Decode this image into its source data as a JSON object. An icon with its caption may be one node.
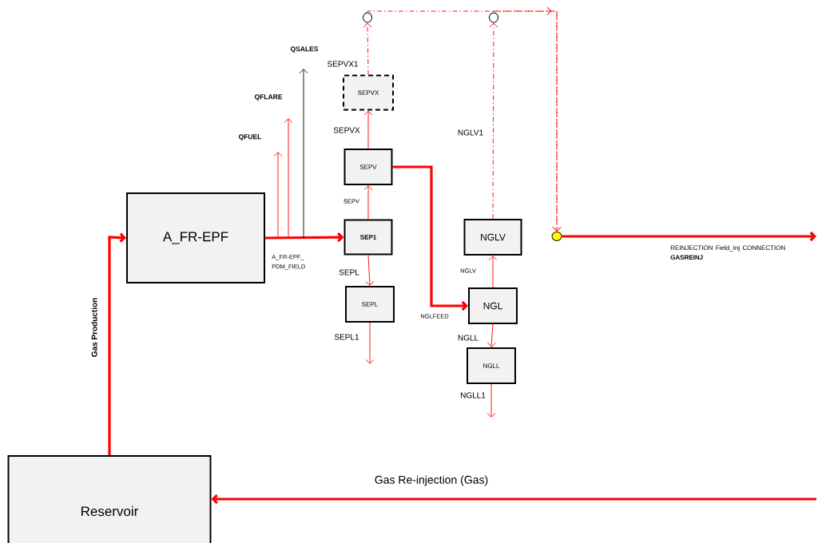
{
  "diagram": {
    "nodes": [
      {
        "text": [
          "A_FR-EPF"
        ]
      },
      {
        "text": [
          "Reservoir"
        ]
      },
      {
        "text": [
          "SEP1"
        ]
      },
      {
        "text": [
          "SEPV"
        ]
      },
      {
        "text": [
          "SEPVX"
        ]
      },
      {
        "text": [
          "SEPL"
        ]
      },
      {
        "text": [
          "NGLV"
        ]
      },
      {
        "text": [
          "NGL"
        ]
      },
      {
        "text": [
          "NGLL"
        ]
      },
      {
        "text": [],
        "shape": "circle"
      },
      {
        "text": [],
        "shape": "circle"
      },
      {
        "text": [],
        "shape": "circle"
      }
    ],
    "edges": [
      {
        "from": 1,
        "to": 0,
        "arrow": "to",
        "style": "thick",
        "label": "Gas Production"
      },
      {
        "from": 0,
        "to": 2,
        "arrow": "to",
        "style": "thick",
        "label": "A_FR-EPF_ PDM_FIELD"
      },
      {
        "from": 0,
        "to": null,
        "arrow": "to",
        "label": "QFUEL"
      },
      {
        "from": 0,
        "to": null,
        "arrow": "to",
        "label": "QFLARE"
      },
      {
        "from": 0,
        "to": null,
        "arrow": "to",
        "label": "QSALES",
        "color": "#000000"
      },
      {
        "from": 2,
        "to": 3,
        "arrow": "to",
        "label": "SEPV"
      },
      {
        "from": 3,
        "to": 4,
        "arrow": "to",
        "label": "SEPVX"
      },
      {
        "from": 4,
        "to": 9,
        "arrow": "to",
        "style": "dashed",
        "label": "SEPVX1"
      },
      {
        "from": 2,
        "to": 5,
        "arrow": "to",
        "label": "SEPL"
      },
      {
        "from": 5,
        "to": null,
        "arrow": "to",
        "label": "SEPL1"
      },
      {
        "from": 3,
        "to": 7,
        "arrow": "to",
        "style": "thick",
        "label": "NGLFEED"
      },
      {
        "from": 7,
        "to": 6,
        "arrow": "to",
        "label": "NGLV"
      },
      {
        "from": 6,
        "to": 10,
        "arrow": "to",
        "style": "dashed",
        "label": "NGLV1"
      },
      {
        "from": 7,
        "to": 8,
        "arrow": "to",
        "label": "NGLL"
      },
      {
        "from": 8,
        "to": null,
        "arrow": "to",
        "label": "NGLL1"
      },
      {
        "from": 9,
        "to": 11,
        "arrow": "to",
        "style": "dashed"
      },
      {
        "from": 10,
        "to": 11,
        "arrow": "to",
        "style": "dashed"
      },
      {
        "from": 11,
        "to": null,
        "arrow": "to",
        "style": "thick",
        "label": "REINJECTION Field_Inj CONNECTION **GASREINJ**"
      },
      {
        "from": null,
        "to": 1,
        "arrow": "to",
        "style": "thick",
        "label": "Gas Re-injection (Gas)"
      }
    ]
  }
}
